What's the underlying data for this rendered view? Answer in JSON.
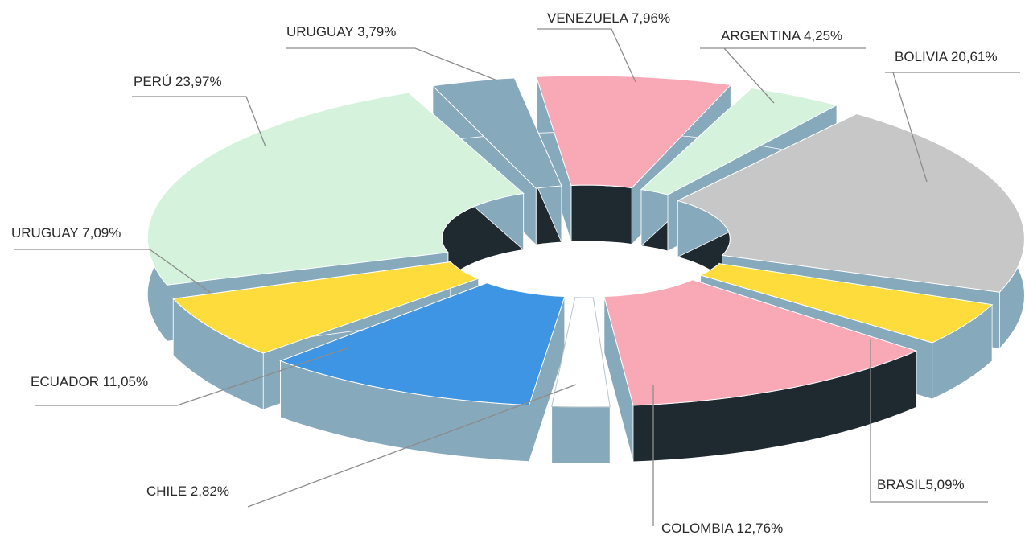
{
  "chart_data": {
    "type": "pie",
    "title": "",
    "donut": true,
    "three_d": true,
    "exploded": true,
    "slices": [
      {
        "label": "VENEZUELA 7,96%",
        "name": "VENEZUELA",
        "value": 7.96,
        "color": "#f9a8b6"
      },
      {
        "label": "ARGENTINA 4,25%",
        "name": "ARGENTINA",
        "value": 4.25,
        "color": "#d4f2dc"
      },
      {
        "label": "BOLIVIA 20,61%",
        "name": "BOLIVIA",
        "value": 20.61,
        "color": "#c7c7c7"
      },
      {
        "label": "BRASIL5,09%",
        "name": "BRASIL",
        "value": 5.09,
        "color": "#fedc3b"
      },
      {
        "label": "COLOMBIA 12,76%",
        "name": "COLOMBIA",
        "value": 12.76,
        "color": "#f9a8b6"
      },
      {
        "label": "CHILE 2,82%",
        "name": "CHILE",
        "value": 2.82,
        "color": "#ffffff"
      },
      {
        "label": "ECUADOR 11,05%",
        "name": "ECUADOR",
        "value": 11.05,
        "color": "#3e95e3"
      },
      {
        "label": "URUGUAY 7,09%",
        "name": "URUGUAY",
        "value": 7.09,
        "color": "#fedc3b"
      },
      {
        "label": "PERÚ 23,97%",
        "name": "PERÚ",
        "value": 23.97,
        "color": "#d4f2dc"
      },
      {
        "label": "URUGUAY 3,79%",
        "name": "URUGUAY",
        "value": 3.79,
        "color": "#86a9bb"
      }
    ],
    "side_colors": {
      "light": "#86a9bb",
      "dark": "#1f2a30"
    }
  }
}
